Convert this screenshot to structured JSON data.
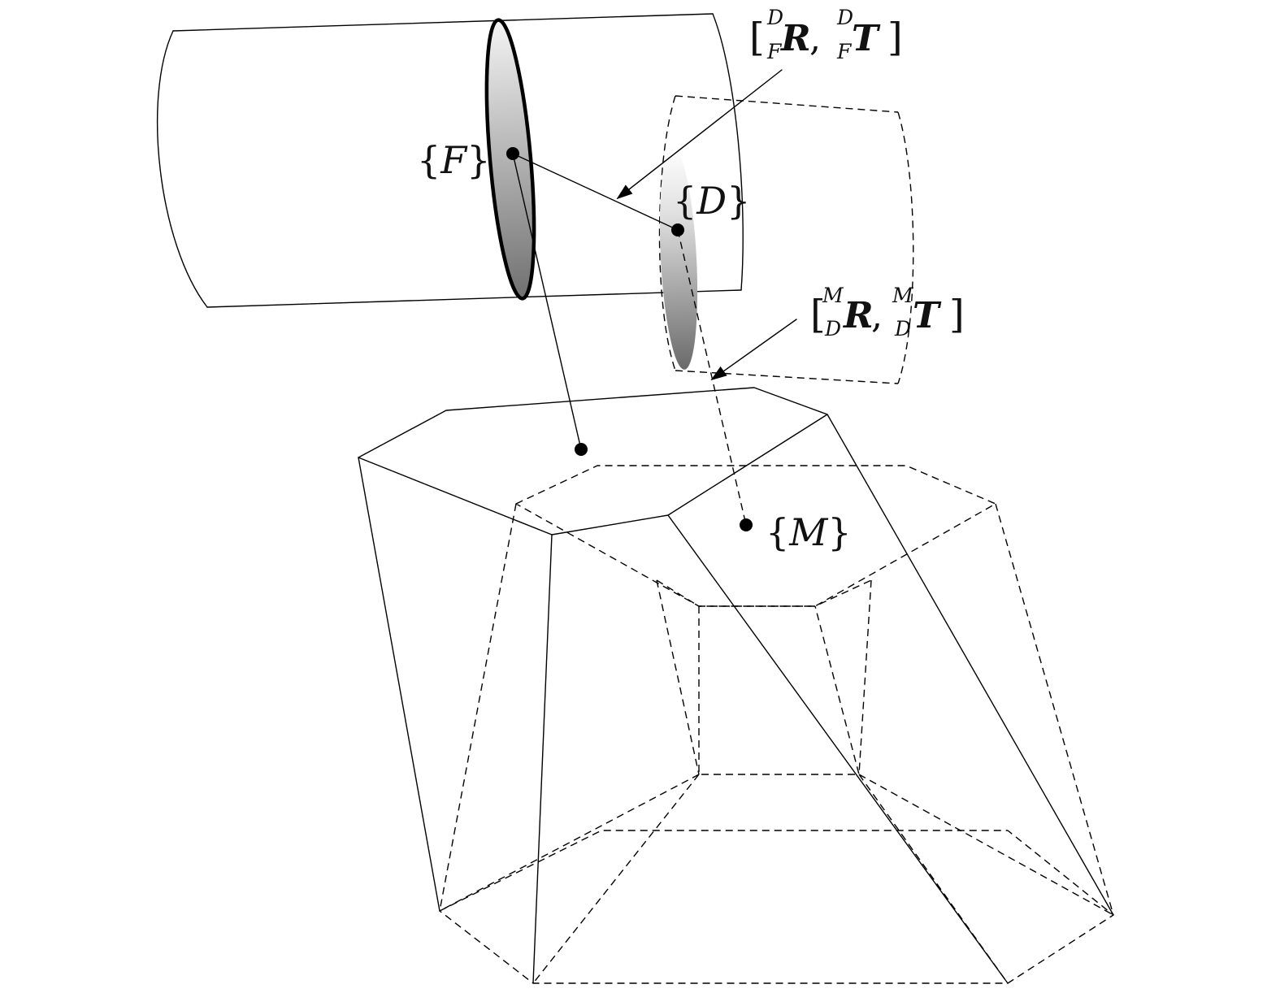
{
  "frames": {
    "F": "F",
    "D": "D",
    "M": "M"
  },
  "transform_FD": {
    "open": "[",
    "sup1": "D",
    "sub1": "F",
    "mat1": "R",
    "comma": ",",
    "sup2": "D",
    "sub2": "F",
    "mat2": "T",
    "close": "]"
  },
  "transform_DM": {
    "open": "[",
    "sup1": "M",
    "sub1": "D",
    "mat1": "R",
    "comma": ",",
    "sup2": "M",
    "sub2": "D",
    "mat2": "T",
    "close": "]"
  },
  "colors": {
    "line": "#000000",
    "disk_light": "#f2f2f2",
    "disk_dark": "#6e6e6e",
    "background": "#ffffff"
  }
}
